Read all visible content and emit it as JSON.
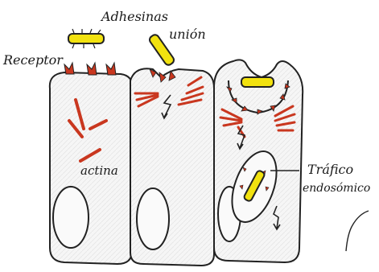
{
  "labels": {
    "adhesinas": "Adhesinas",
    "receptor": "Receptor",
    "union": "unión",
    "actina": "actina",
    "trafico_line1": "Tráfico",
    "trafico_line2": "endosómico"
  },
  "colors": {
    "outline": "#222222",
    "actin": "#c9371f",
    "adhesin": "#f2e20f",
    "cell_fill": "#f4f4f4"
  },
  "icons": {
    "adhesin_rod": "yellow-rod",
    "receptor": "red-notch",
    "signal": "zigzag-arrow"
  }
}
